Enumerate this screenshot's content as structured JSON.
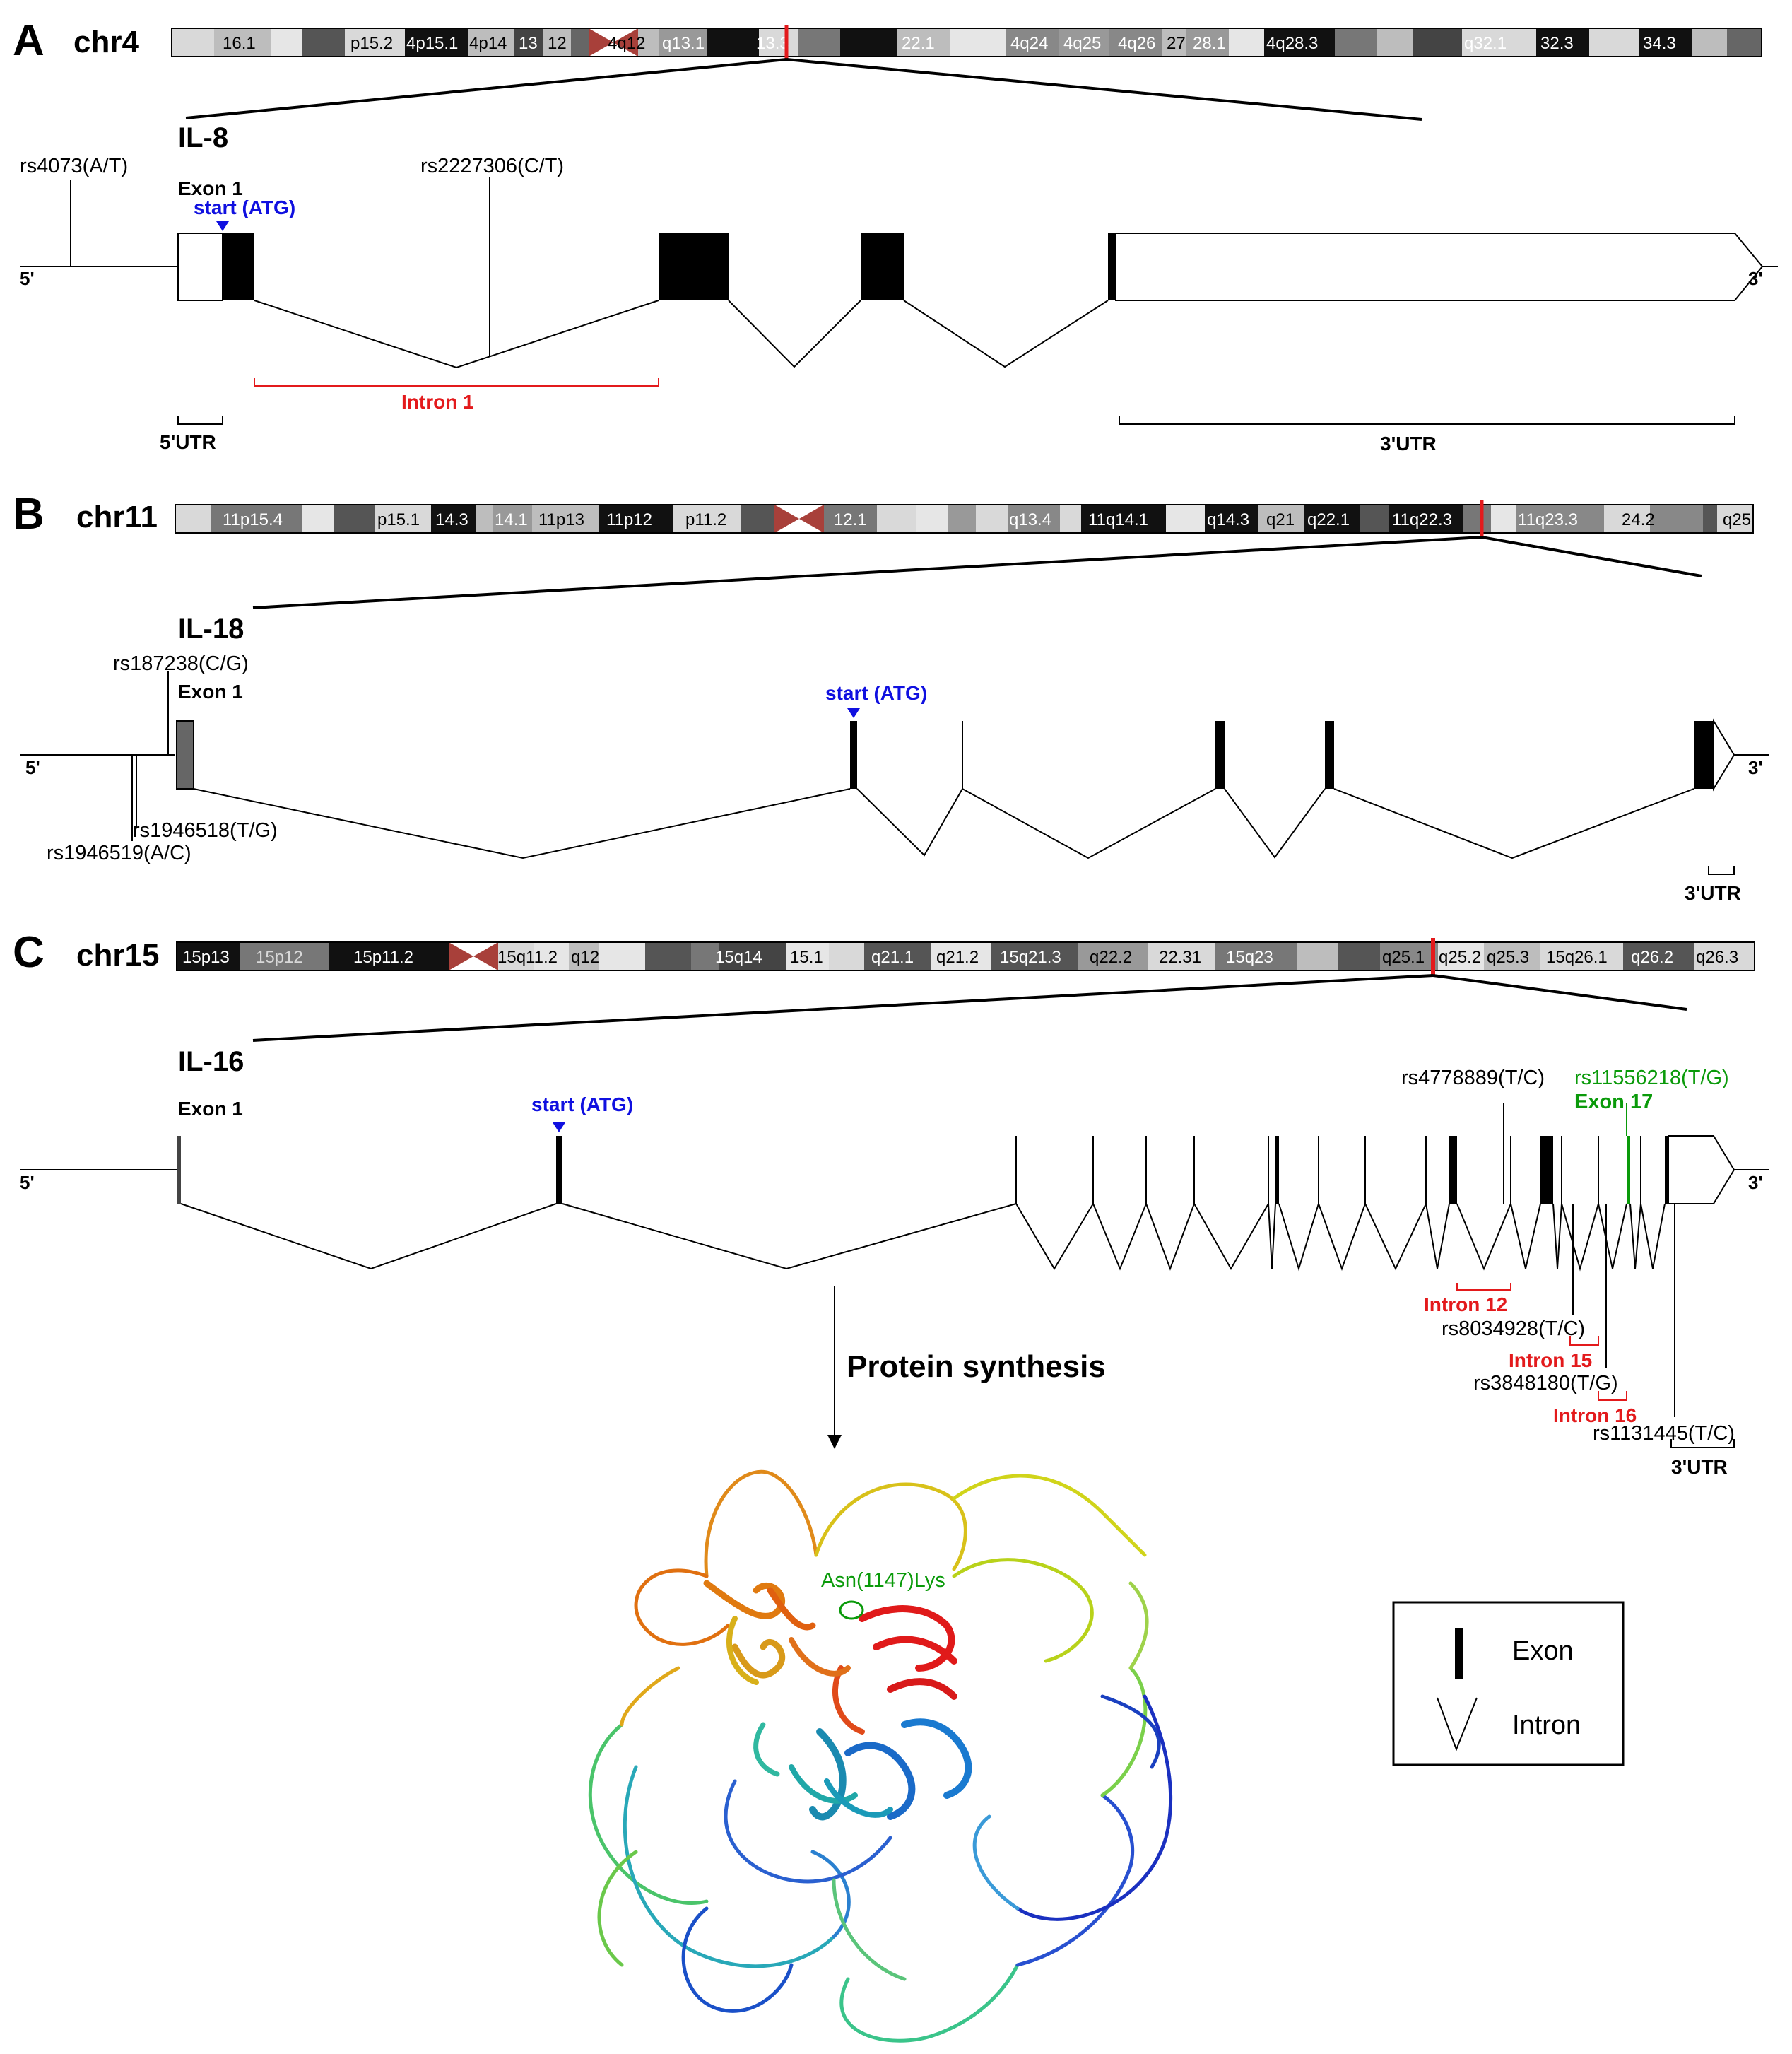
{
  "panels": {
    "A": {
      "letter": "A",
      "chromosome": "chr4",
      "gene": "IL-8",
      "bands": [
        "16.1",
        "p15.2",
        "4p15.1",
        "4p14",
        "13",
        "12",
        "4q12",
        "q13.1",
        "13.3",
        "22.1",
        "4q24",
        "4q25",
        "4q26",
        "27",
        "28.1",
        "4q28.3",
        "q32.1",
        "32.3",
        "34.3"
      ],
      "snps": [
        "rs4073(A/T)",
        "rs2227306(C/T)"
      ],
      "exon1": "Exon 1",
      "start": "start (ATG)",
      "intron": "Intron 1",
      "utr5": "5'UTR",
      "utr3": "3'UTR",
      "five_prime": "5'",
      "three_prime": "3'"
    },
    "B": {
      "letter": "B",
      "chromosome": "chr11",
      "gene": "IL-18",
      "bands": [
        "11p15.4",
        "p15.1",
        "14.3",
        "14.1",
        "11p13",
        "11p12",
        "p11.2",
        "12.1",
        "q13.4",
        "11q14.1",
        "q14.3",
        "q21",
        "q22.1",
        "11q22.3",
        "11q23.3",
        "24.2",
        "q25"
      ],
      "snps": [
        "rs187238(C/G)",
        "rs1946518(T/G)",
        "rs1946519(A/C)"
      ],
      "exon1": "Exon 1",
      "start": "start (ATG)",
      "utr3": "3'UTR",
      "five_prime": "5'",
      "three_prime": "3'"
    },
    "C": {
      "letter": "C",
      "chromosome": "chr15",
      "gene": "IL-16",
      "bands": [
        "15p13",
        "15p12",
        "15p11.2",
        "15q11.2",
        "q12",
        "15q14",
        "15.1",
        "q21.1",
        "q21.2",
        "15q21.3",
        "q22.2",
        "22.31",
        "15q23",
        "q25.1",
        "q25.2",
        "q25.3",
        "15q26.1",
        "q26.2",
        "q26.3"
      ],
      "snps": [
        "rs4778889(T/C)",
        "rs11556218(T/G)",
        "rs8034928(T/C)",
        "rs3848180(T/G)",
        "rs1131445(T/C)"
      ],
      "exon1": "Exon 1",
      "exon17": "Exon 17",
      "start": "start (ATG)",
      "introns": [
        "Intron 12",
        "Intron 15",
        "Intron 16"
      ],
      "utr3": "3'UTR",
      "five_prime": "5'",
      "three_prime": "3'"
    }
  },
  "protein": {
    "caption": "Protein synthesis",
    "mutation": "Asn(1147)Lys"
  },
  "legend": {
    "exon": "Exon",
    "intron": "Intron"
  },
  "colors": {
    "highlight_red": "#e31a1c",
    "start_blue": "#1010e0",
    "snp_green": "#0a9a0a",
    "centromere": "#a8403a"
  }
}
